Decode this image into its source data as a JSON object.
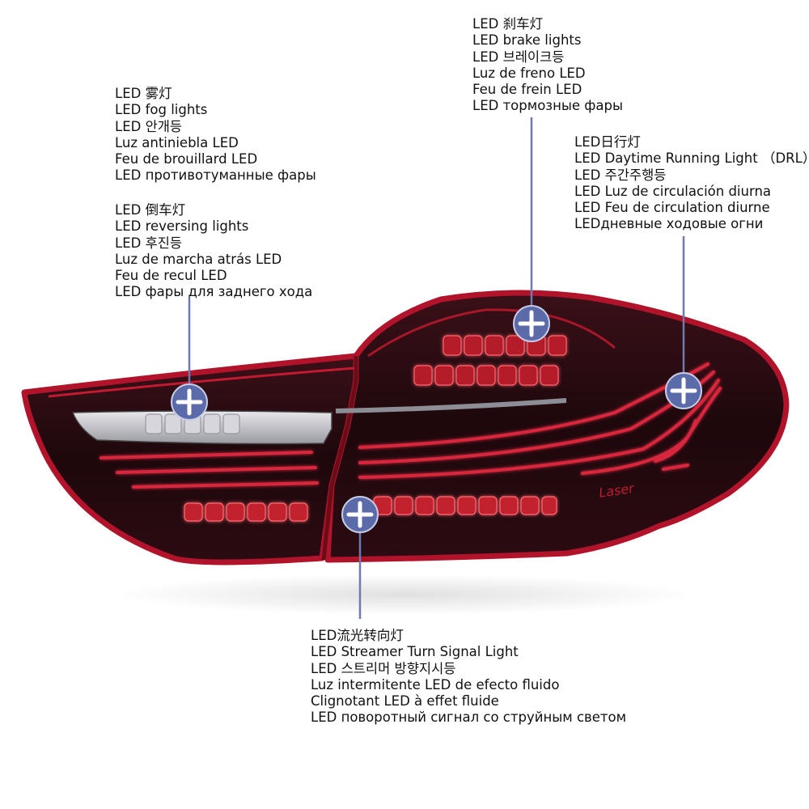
{
  "colors": {
    "background": "#ffffff",
    "text": "#111111",
    "lamp_body": "#2a0c12",
    "lamp_rim": "#b0132a",
    "led_red": "#d8283c",
    "marker_fill": "#5b6aa8",
    "marker_plus": "#ffffff",
    "leader_line": "#6f7bb0"
  },
  "icons": {
    "marker": "plus-circle-icon"
  },
  "lamp": {
    "badge": "Laser"
  },
  "labels": {
    "fog": [
      "LED 雾灯",
      "LED fog lights",
      "LED 안개등",
      "Luz antiniebla LED",
      "Feu de brouillard LED",
      "LED противотуманные фары"
    ],
    "reversing": [
      "LED 倒车灯",
      "LED reversing lights",
      "LED 후진등",
      "Luz de marcha atrás LED",
      "Feu de recul LED",
      "LED фары для заднего хода"
    ],
    "brake": [
      "LED 刹车灯",
      "LED brake lights",
      "LED 브레이크등",
      "Luz de freno LED",
      "Feu de frein LED",
      "LED тормозные фары"
    ],
    "drl": [
      "LED日行灯",
      "LED Daytime Running Light （DRL）",
      "LED 주간주행등",
      "LED Luz de circulación diurna",
      "LED Feu de circulation diurne",
      "LEDдневные ходовые огни"
    ],
    "turn": [
      "LED流光转向灯",
      "LED Streamer Turn Signal Light",
      "LED 스트리머 방향지시등",
      "Luz intermitente LED de efecto fluido",
      "Clignotant LED à effet fluide",
      "LED поворотный сигнал со струйным светом"
    ]
  }
}
